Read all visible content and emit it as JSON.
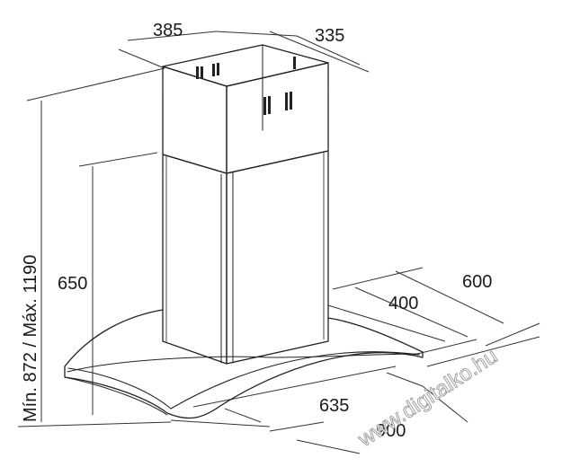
{
  "diagram": {
    "dimensions": {
      "chimney_width": "385",
      "chimney_depth": "335",
      "height_range": "Mín. 872 / Máx. 1190",
      "hood_height": "650",
      "inner_depth": "400",
      "outer_depth": "600",
      "inner_width": "635",
      "outer_width": "900"
    },
    "watermark": "www.digitalko.hu"
  }
}
